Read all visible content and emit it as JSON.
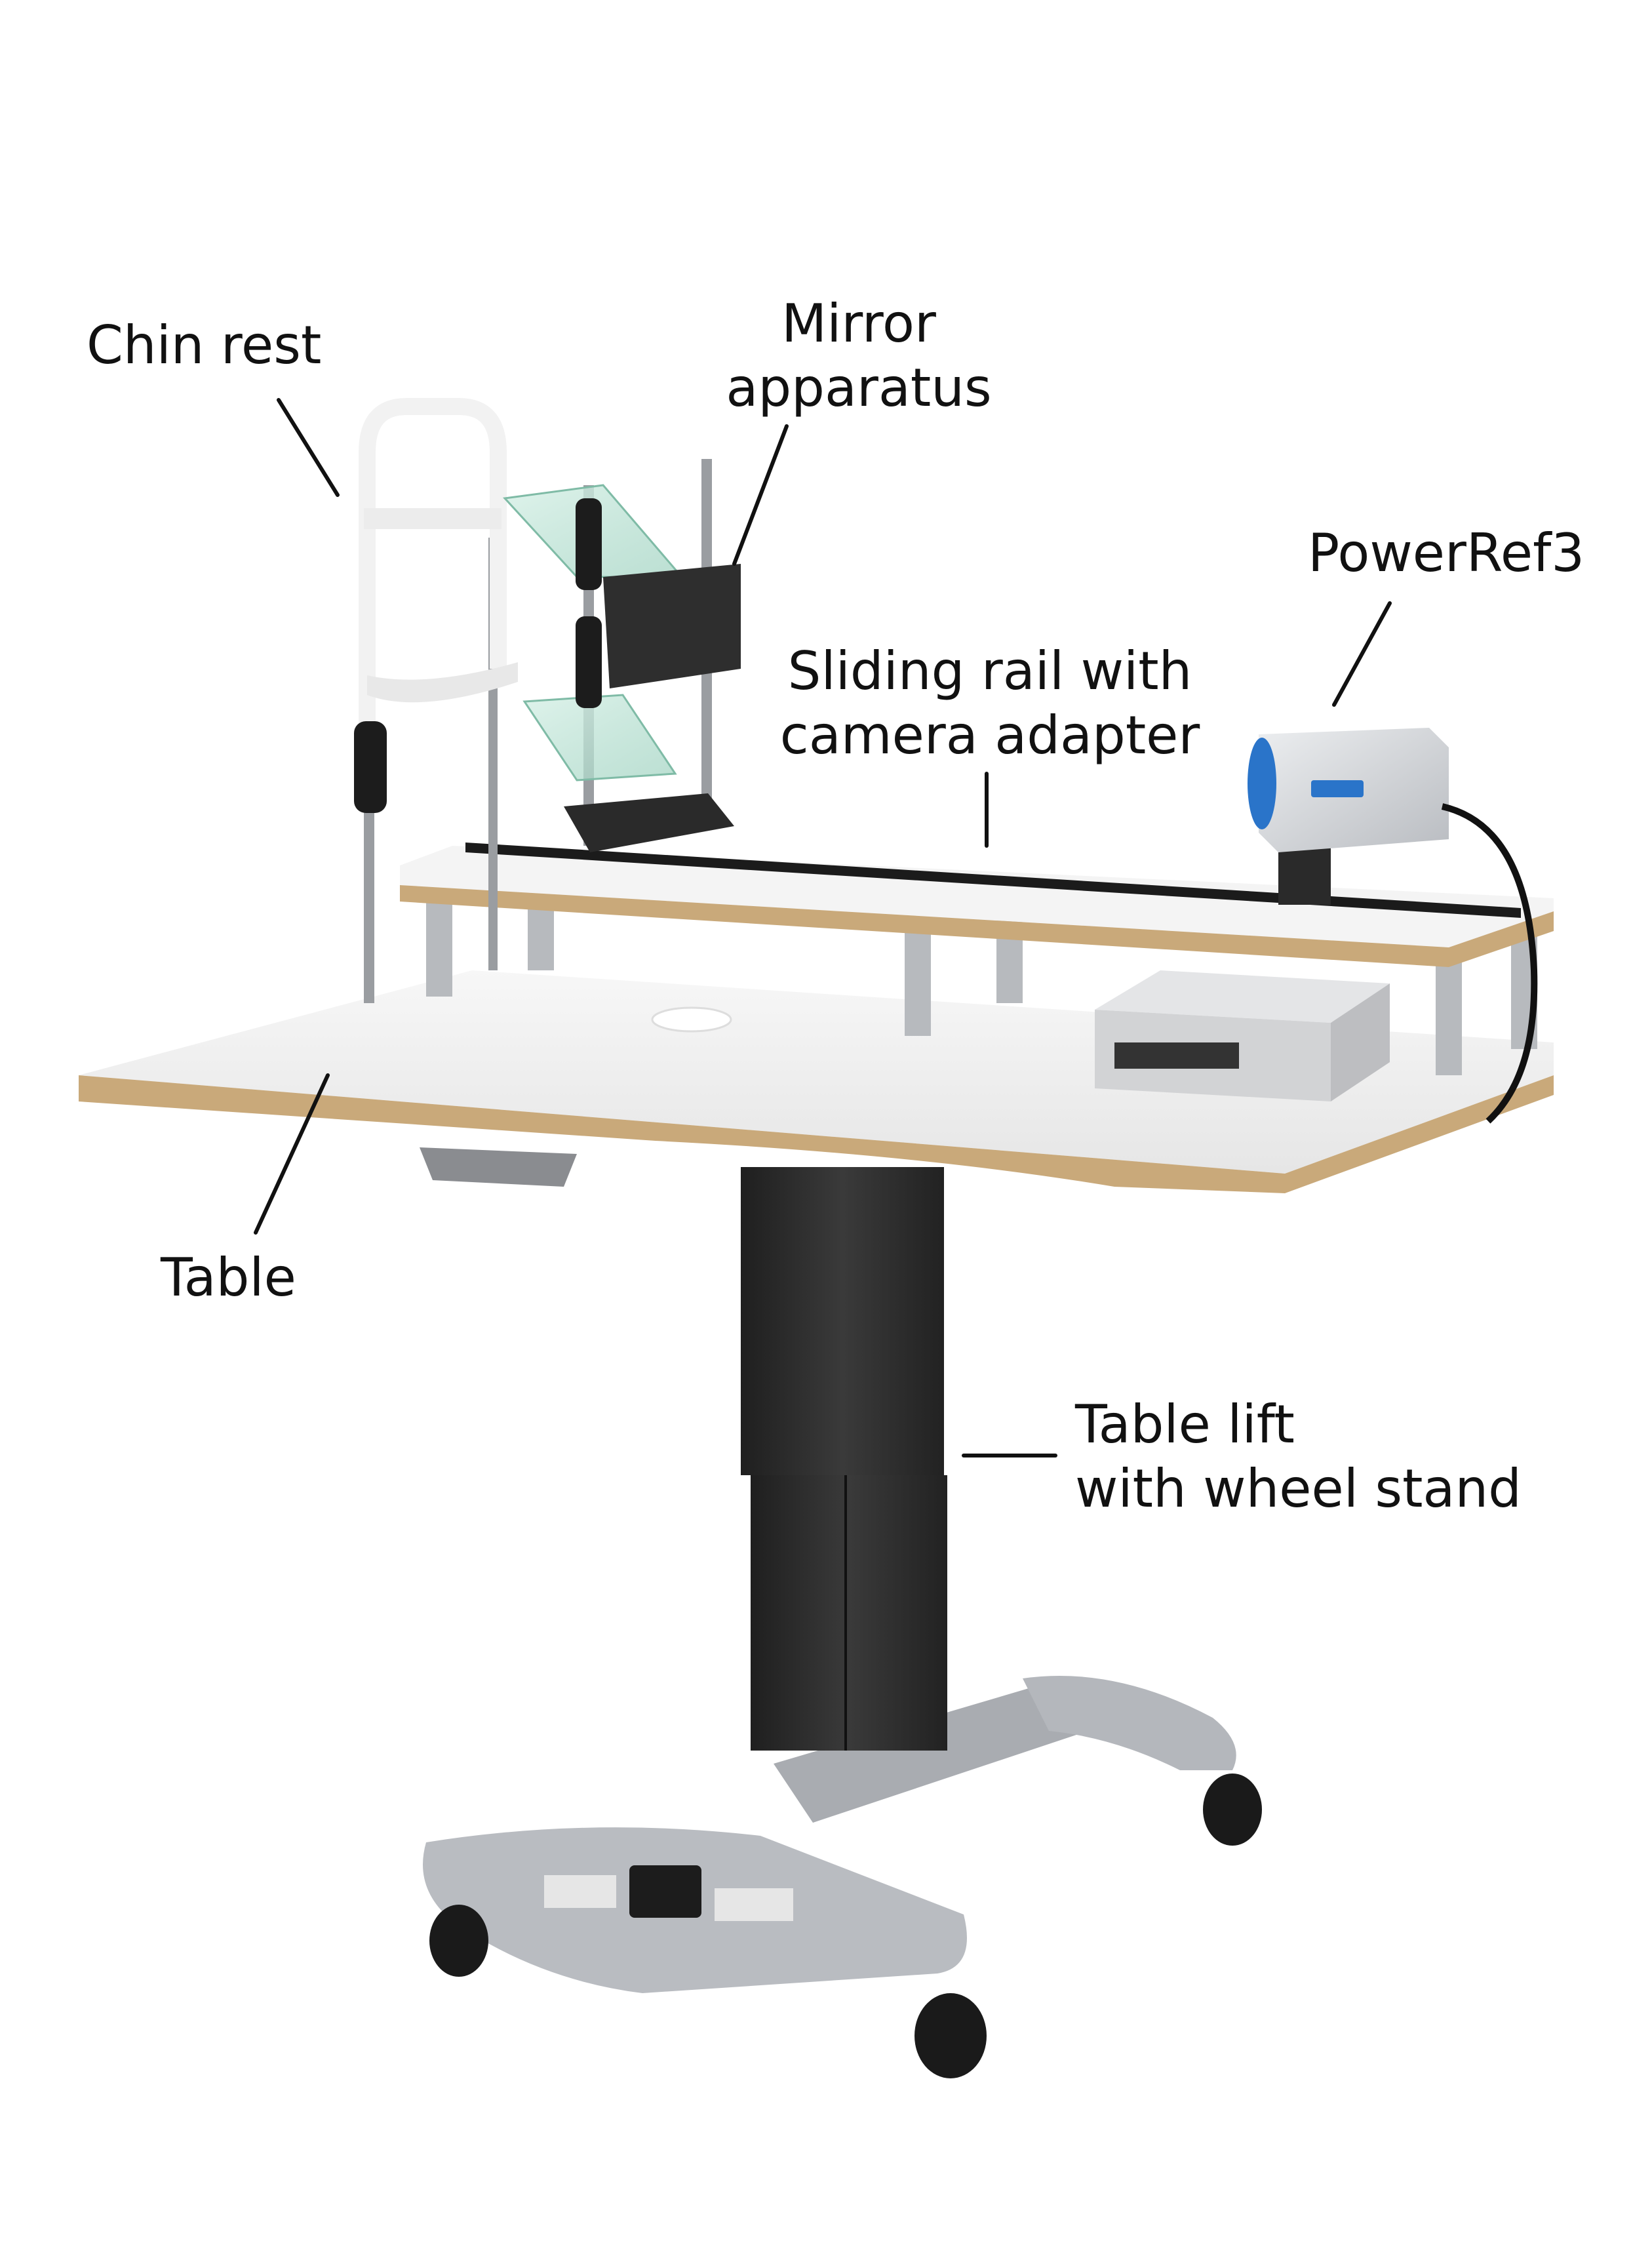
{
  "colors": {
    "background": "#ffffff",
    "label_text": "#111111",
    "leader_line": "#111111",
    "tabletop": "#f2f2f2",
    "plywood_edge": "#c9a97a",
    "lift_column": "#2e2e2e",
    "base": "#b9bcc1",
    "camera_body": "#d8dadd",
    "camera_accent": "#2a74c9",
    "rail": "#1b1b1b",
    "glass": "#bfe3d6",
    "control_box": "#d5d6d8"
  },
  "labels": {
    "chin_rest": "Chin rest",
    "mirror_apparatus_line1": "Mirror",
    "mirror_apparatus_line2": "apparatus",
    "powerref3": "PowerRef3",
    "sliding_rail_line1": "Sliding rail with",
    "sliding_rail_line2": "camera adapter",
    "table": "Table",
    "table_lift_line1": "Table lift",
    "table_lift_line2": "with wheel stand"
  }
}
